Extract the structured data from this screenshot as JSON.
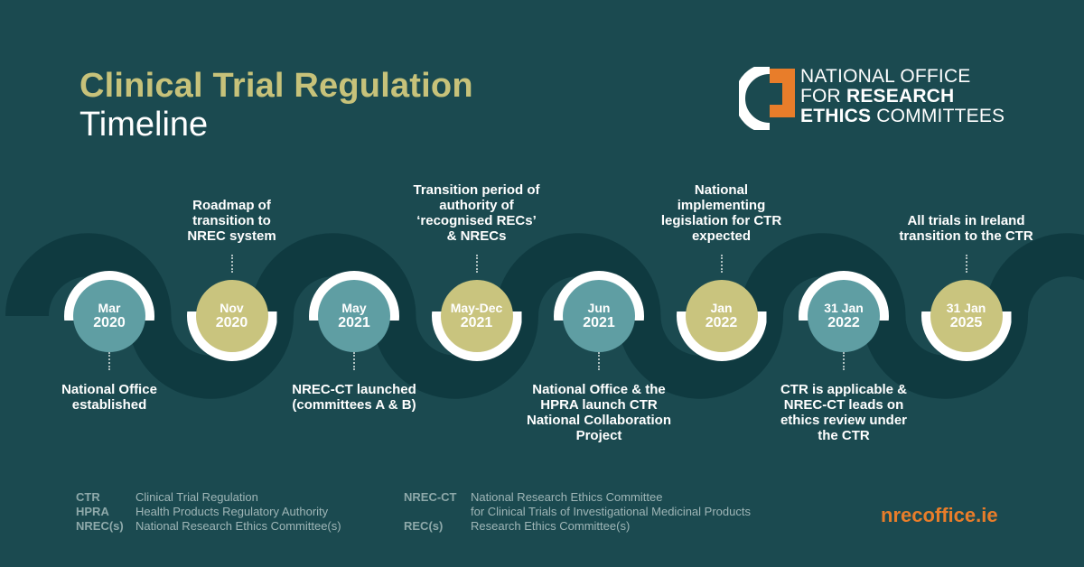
{
  "title": {
    "line1": "Clinical Trial Regulation",
    "line2": "Timeline"
  },
  "logo": {
    "line1": "NATIONAL OFFICE",
    "line2_pre": "FOR ",
    "line2_bold": "RESEARCH",
    "line3_bold": "ETHICS",
    "line3_post": " COMMITTEES"
  },
  "milestones": [
    {
      "top": "Mar",
      "bottom": "2020",
      "style": "teal",
      "label_position": "below",
      "event": "National Office established"
    },
    {
      "top": "Nov",
      "bottom": "2020",
      "style": "gold",
      "label_position": "above",
      "event": "Roadmap of transition to NREC system"
    },
    {
      "top": "May",
      "bottom": "2021",
      "style": "teal",
      "label_position": "below",
      "event": "NREC-CT launched (committees A & B)"
    },
    {
      "top": "May-Dec",
      "bottom": "2021",
      "style": "gold",
      "label_position": "above",
      "event": "Transition period of authority of ‘recognised RECs’ & NRECs"
    },
    {
      "top": "Jun",
      "bottom": "2021",
      "style": "teal",
      "label_position": "below",
      "event": "National Office & the HPRA launch CTR National Collaboration Project"
    },
    {
      "top": "Jan",
      "bottom": "2022",
      "style": "gold",
      "label_position": "above",
      "event": "National implementing legislation for CTR expected"
    },
    {
      "top": "31 Jan",
      "bottom": "2022",
      "style": "teal",
      "label_position": "below",
      "event": "CTR is applicable & NREC-CT leads on ethics review under the CTR"
    },
    {
      "top": "31 Jan",
      "bottom": "2025",
      "style": "gold",
      "label_position": "above",
      "event": "All trials in Ireland transition to the CTR"
    }
  ],
  "legend_left": [
    {
      "abbr": "CTR",
      "def": "Clinical Trial Regulation"
    },
    {
      "abbr": "HPRA",
      "def": "Health Products Regulatory Authority"
    },
    {
      "abbr": "NREC(s)",
      "def": "National Research Ethics Committee(s)"
    }
  ],
  "legend_right": [
    {
      "abbr": "NREC-CT",
      "def": "National Research Ethics Committee",
      "def2": "for Clinical Trials of Investigational Medicinal Products"
    },
    {
      "abbr": "REC(s)",
      "def": "Research Ethics Committee(s)"
    }
  ],
  "website": "nrecoffice.ie",
  "colors": {
    "background": "#1b4a50",
    "band": "#0f3a40",
    "teal_circle": "#5f9ea3",
    "gold_circle": "#c9c47e",
    "title_gold": "#c7c27a",
    "logo_orange": "#e87d2a"
  }
}
